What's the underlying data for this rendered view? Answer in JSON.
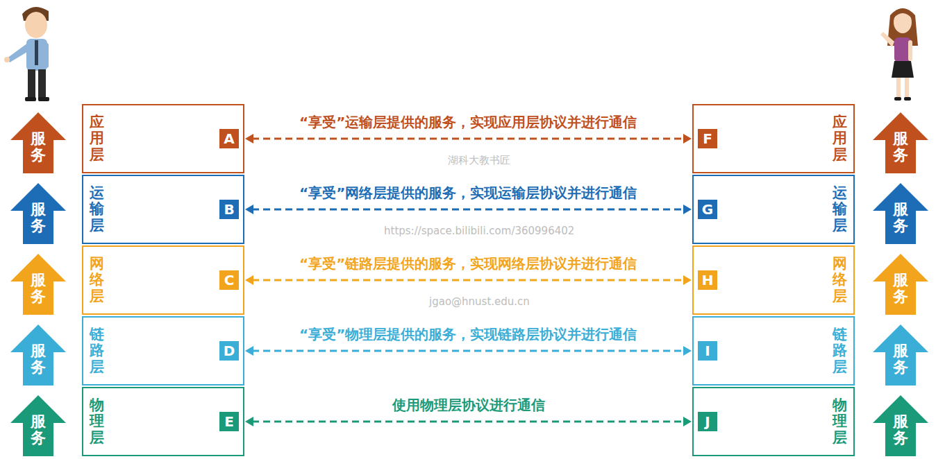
{
  "diagram": {
    "nodes": [
      {
        "text": [
          "服务"
        ]
      },
      {
        "text": [
          "应用层",
          "A"
        ]
      },
      {
        "text": [
          "应用层",
          "F"
        ]
      },
      {
        "text": [
          "服务"
        ]
      },
      {
        "text": [
          "服务"
        ]
      },
      {
        "text": [
          "运输层",
          "B"
        ]
      },
      {
        "text": [
          "运输层",
          "G"
        ]
      },
      {
        "text": [
          "服务"
        ]
      },
      {
        "text": [
          "服务"
        ]
      },
      {
        "text": [
          "网络层",
          "C"
        ]
      },
      {
        "text": [
          "网络层",
          "H"
        ]
      },
      {
        "text": [
          "服务"
        ]
      },
      {
        "text": [
          "服务"
        ]
      },
      {
        "text": [
          "链路层",
          "D"
        ]
      },
      {
        "text": [
          "链路层",
          "I"
        ]
      },
      {
        "text": [
          "服务"
        ]
      },
      {
        "text": [
          "服务"
        ]
      },
      {
        "text": [
          "物理层",
          "E"
        ]
      },
      {
        "text": [
          "物理层",
          "J"
        ]
      },
      {
        "text": [
          "服务"
        ]
      }
    ],
    "edges": [
      {
        "from": 1,
        "to": 2,
        "arrow": "both",
        "label": "“享受”运输层提供的服务，实现应用层协议并进行通信"
      },
      {
        "from": 5,
        "to": 6,
        "arrow": "both",
        "label": "“享受”网络层提供的服务，实现运输层协议并进行通信"
      },
      {
        "from": 9,
        "to": 10,
        "arrow": "both",
        "label": "“享受”链路层提供的服务，实现网络层协议并进行通信"
      },
      {
        "from": 13,
        "to": 14,
        "arrow": "both",
        "label": "“享受”物理层提供的服务，实现链路层协议并进行通信"
      },
      {
        "from": 17,
        "to": 18,
        "arrow": "both",
        "label": "使用物理层协议进行通信"
      }
    ],
    "labels": [
      "湖科大教书匠",
      "https://space.bilibili.com/360996402",
      "jgao@hnust.edu.cn"
    ]
  }
}
